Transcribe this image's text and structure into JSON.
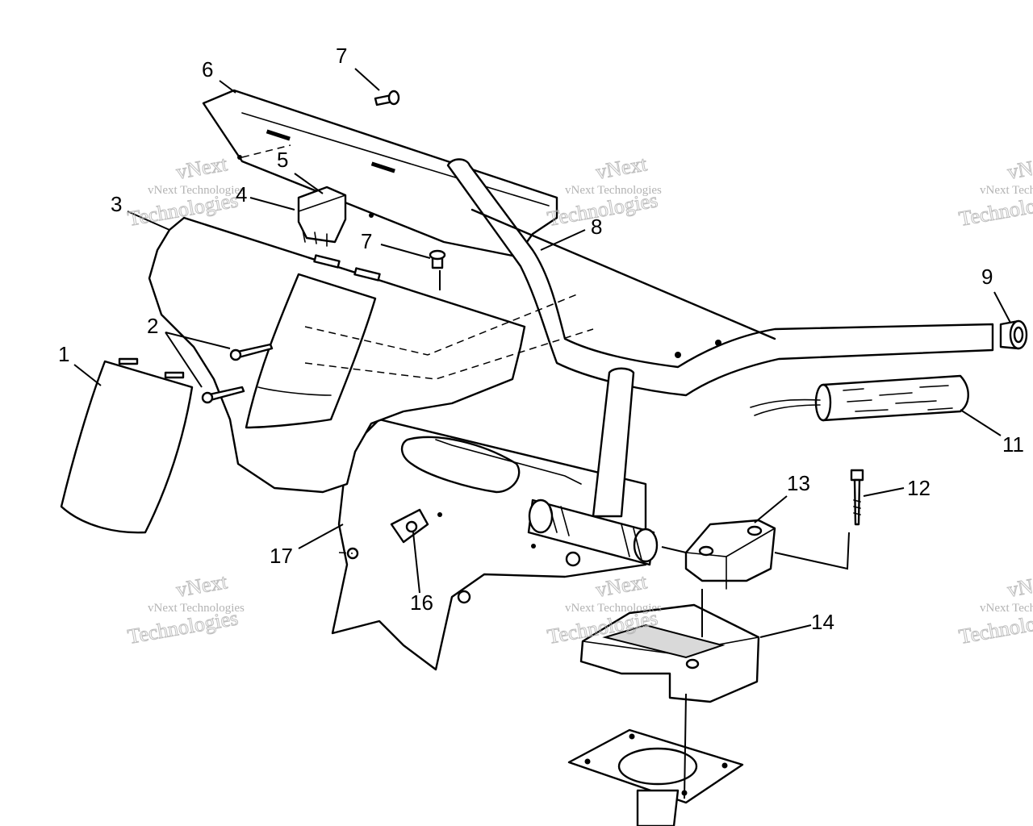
{
  "callouts": {
    "c1": "1",
    "c2": "2",
    "c3": "3",
    "c4": "4",
    "c5": "5",
    "c6": "6",
    "c7a": "7",
    "c7b": "7",
    "c8": "8",
    "c9": "9",
    "c11": "11",
    "c12": "12",
    "c13": "13",
    "c14": "14",
    "c16": "16",
    "c17": "17"
  },
  "watermark": {
    "small": "vNext Technologies",
    "big_top": "vNext",
    "big_bottom": "Technologies"
  }
}
